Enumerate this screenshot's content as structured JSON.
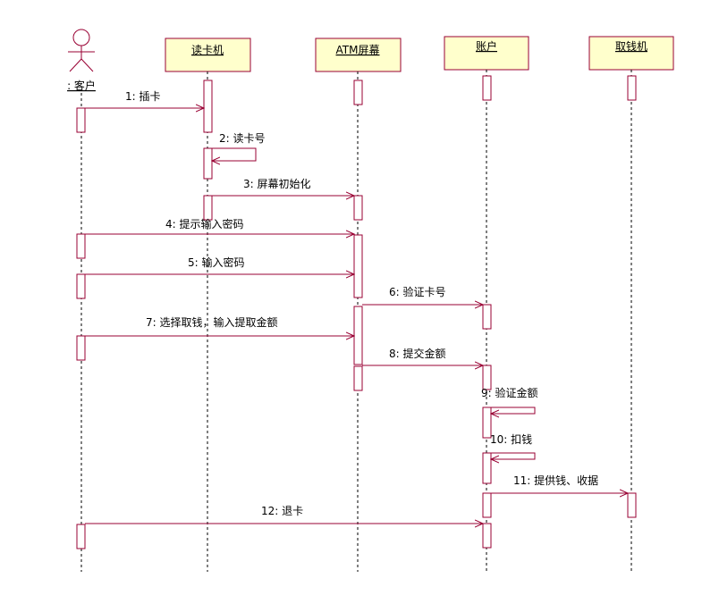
{
  "actor": {
    "label": ": 客户"
  },
  "objects": [
    {
      "id": "card-reader",
      "label": "读卡机"
    },
    {
      "id": "atm-screen",
      "label": "ATM屏幕"
    },
    {
      "id": "account",
      "label": "账户"
    },
    {
      "id": "cash-dispenser",
      "label": "取钱机"
    }
  ],
  "messages": [
    {
      "label": "1: 插卡"
    },
    {
      "label": "2: 读卡号"
    },
    {
      "label": "3: 屏幕初始化"
    },
    {
      "label": "4: 提示输入密码"
    },
    {
      "label": "5: 输入密码"
    },
    {
      "label": "6: 验证卡号"
    },
    {
      "label": "7: 选择取钱，输入提取金额"
    },
    {
      "label": "8: 提交金额"
    },
    {
      "label": "9: 验证金额"
    },
    {
      "label": "10: 扣钱"
    },
    {
      "label": "11: 提供钱、收据"
    },
    {
      "label": "12: 退卡"
    }
  ],
  "colors": {
    "accent": "#990033",
    "box_fill": "#ffffcc"
  }
}
